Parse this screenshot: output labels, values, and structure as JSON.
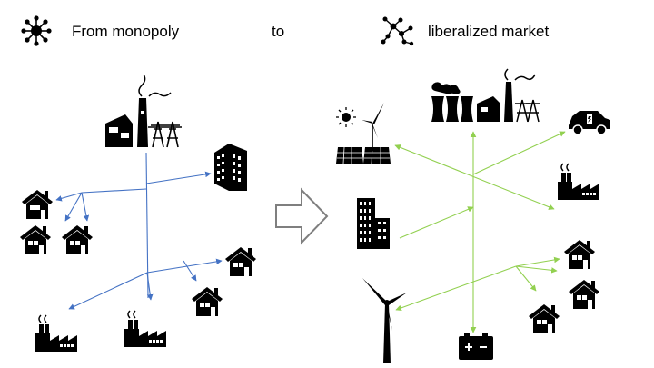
{
  "header": {
    "from_label": "From monopoly",
    "to_label": "to",
    "target_label": "liberalized market"
  },
  "colors": {
    "monopoly_line": "#4472c4",
    "market_line": "#92d050",
    "icon": "#000000",
    "arrow_outline": "#7f7f7f"
  },
  "icons": {
    "monopoly": [
      "centralized-network-icon",
      "power-plant-icon",
      "office-building-icon",
      "house-icon",
      "factory-icon"
    ],
    "market": [
      "decentralized-network-icon",
      "solar-panel-icon",
      "wind-turbine-icon",
      "power-plant-icon",
      "electric-car-icon",
      "factory-icon",
      "office-building-icon",
      "house-icon",
      "battery-icon"
    ]
  }
}
